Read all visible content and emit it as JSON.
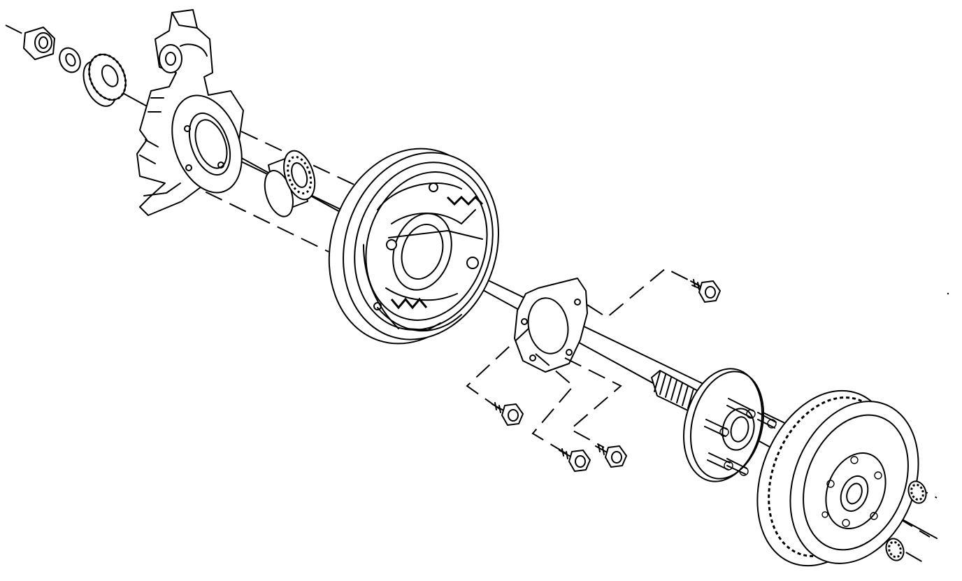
{
  "diagram": {
    "kind": "exploded-view line drawing",
    "colors": {
      "line": "#000000",
      "background": "#ffffff"
    },
    "parts": [
      "hub-nut",
      "washer",
      "outer-bearing",
      "steering-knuckle",
      "inner-bearing",
      "brake-backing-plate",
      "bearing-retainer-plate",
      "retainer-bolt-upper",
      "retainer-bolt-lower-left",
      "retainer-bolt-lower-middle",
      "retainer-bolt-lower-right",
      "axle-shaft",
      "hub-flange",
      "brake-drum",
      "lug-nut-upper",
      "lug-nut-lower"
    ]
  }
}
